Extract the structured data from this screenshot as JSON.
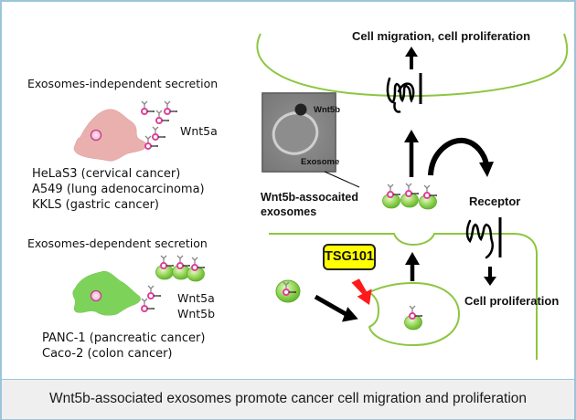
{
  "figure": {
    "left_panel": {
      "independent": {
        "title": "Exosomes-independent secretion",
        "ligand_label": "Wnt5a",
        "cell_lines": [
          "HeLaS3 (cervical cancer)",
          "A549 (lung adenocarcinoma)",
          "KKLS (gastric cancer)"
        ],
        "cell_color": "#e8a8a8"
      },
      "dependent": {
        "title": "Exosomes-dependent secretion",
        "ligand_labels": [
          "Wnt5a",
          "Wnt5b"
        ],
        "cell_lines": [
          "PANC-1 (pancreatic cancer)",
          "Caco-2 (colon cancer)"
        ],
        "cell_color": "#7dd35a"
      }
    },
    "right_panel": {
      "top_outcome": "Cell migration, cell proliferation",
      "em_image": {
        "wnt_label": "Wnt5b",
        "exosome_label": "Exosome"
      },
      "exosome_label_lines": [
        "Wnt5b-assocaited",
        "exosomes"
      ],
      "receptor_label": "Receptor",
      "bottom_outcome": "Cell proliferation",
      "tsg_label": "TSG101"
    },
    "colors": {
      "membrane": "#8cc63f",
      "exosome": "#8fd14f",
      "ligand_pink": "#e0409a",
      "tsg_box": "#ffff00",
      "red_arrow": "#ff0000",
      "frame_border": "#9cc5dc"
    }
  },
  "caption": "Wnt5b-associated exosomes promote cancer cell migration and proliferation"
}
